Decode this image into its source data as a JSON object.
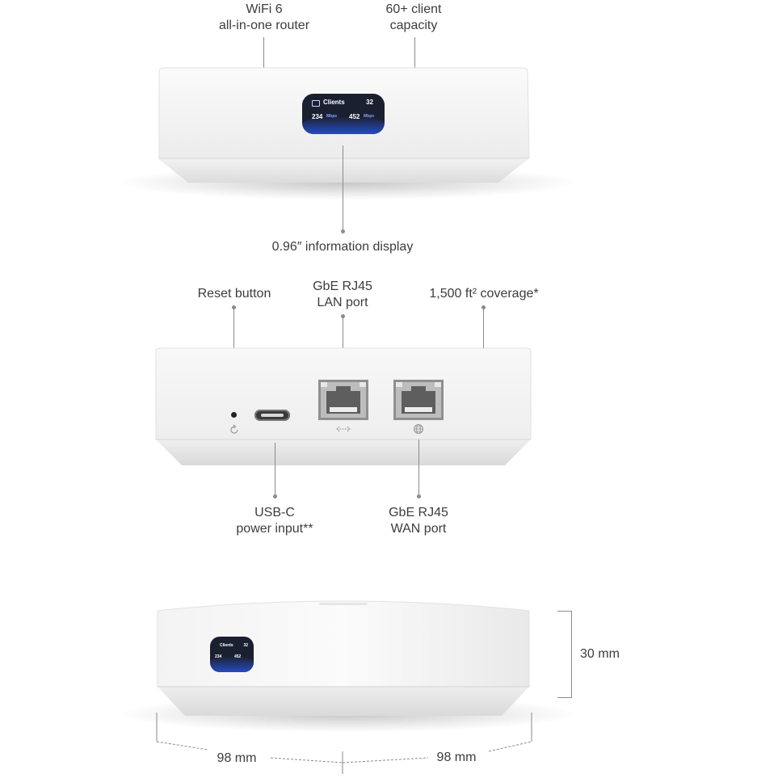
{
  "labels": {
    "wifi": [
      "WiFi 6",
      "all-in-one router"
    ],
    "clients": [
      "60+ client",
      "capacity"
    ],
    "display": "0.96″ information display",
    "reset": "Reset button",
    "lan": [
      "GbE RJ45",
      "LAN port"
    ],
    "coverage": "1,500 ft² coverage*",
    "usbc": [
      "USB-C",
      "power input**"
    ],
    "wan": [
      "GbE RJ45",
      "WAN port"
    ],
    "height": "30 mm",
    "width_left": "98 mm",
    "width_right": "98 mm"
  },
  "screen": {
    "title": "Clients",
    "count": "32",
    "down_value": "234",
    "down_unit": "Mbps",
    "up_value": "452",
    "up_unit": "Mbps"
  },
  "icons": {
    "reset": "reset-circle-arrow-icon",
    "lan": "lan-arrows-icon",
    "wan": "globe-icon",
    "clients": "clients-screen-icon"
  },
  "colors": {
    "device_white": "#f7f7f7",
    "screen_bg": "#1b2030",
    "screen_accent": "#2f5fd8",
    "callout_line": "#8a8a8a"
  }
}
